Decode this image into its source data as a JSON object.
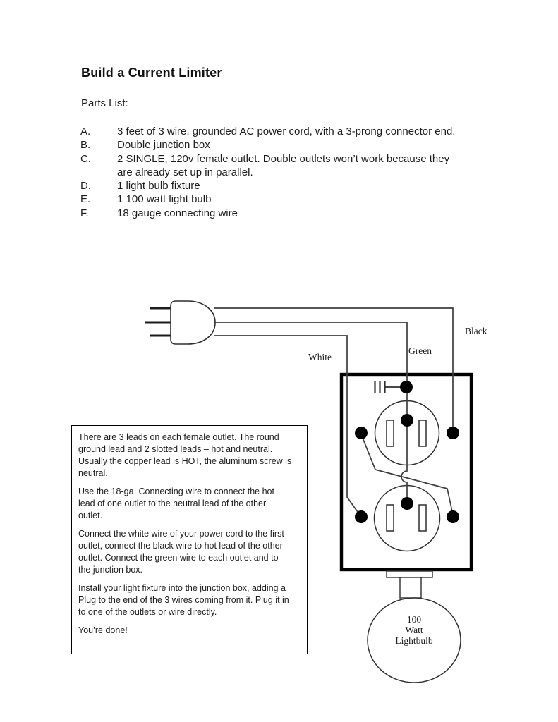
{
  "page": {
    "title": "Build a Current Limiter",
    "parts_heading": "Parts List:"
  },
  "parts": {
    "rows": [
      {
        "letter": "A.",
        "text": "3 feet of 3 wire, grounded AC power cord, with a 3-prong connector end."
      },
      {
        "letter": "B.",
        "text": "Double junction box"
      },
      {
        "letter": "C.",
        "text": "2 SINGLE, 120v female outlet. Double outlets won’t work because they"
      },
      {
        "letter": "",
        "text": "are already set up in parallel."
      },
      {
        "letter": "D.",
        "text": "1 light bulb fixture"
      },
      {
        "letter": "E.",
        "text": "1 100 watt light bulb"
      },
      {
        "letter": "F.",
        "text": "18 gauge connecting wire"
      }
    ]
  },
  "instructions": {
    "paragraphs": [
      {
        "lines": [
          "There are 3 leads on each female outlet. The round",
          "ground lead and 2 slotted leads – hot and neutral.",
          "Usually the copper lead is HOT, the aluminum screw is",
          "neutral."
        ]
      },
      {
        "lines": [
          "Use the 18-ga. Connecting wire to connect the hot",
          "lead of one outlet to the neutral lead of the other",
          "outlet."
        ]
      },
      {
        "lines": [
          "Connect the white wire of your power cord to the first",
          "outlet, connect the black wire to hot lead of the other",
          "outlet. Connect the green wire to each outlet and to",
          "the junction box."
        ]
      },
      {
        "lines": [
          "Install your light fixture into the junction box, adding a",
          "Plug to the end of the 3 wires coming from it. Plug it in",
          "to one of the outlets or wire directly."
        ]
      },
      {
        "lines": [
          "You’re done!"
        ]
      }
    ]
  },
  "diagram": {
    "labels": {
      "white_wire": "White",
      "green_wire": "Green",
      "black_wire": "Black"
    },
    "bulb": {
      "line1": "100",
      "line2": "Watt",
      "line3": "Lightbulb"
    },
    "colors": {
      "wire": "#3e3e3e",
      "outline": "#2f2f2f",
      "box_border": "#000000",
      "terminal_dot": "#000000",
      "background": "#ffffff"
    }
  }
}
